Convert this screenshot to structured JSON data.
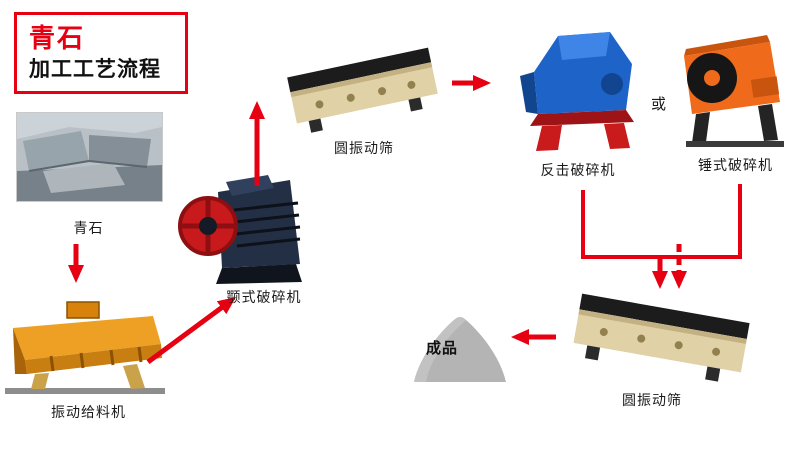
{
  "title": {
    "line1": "青石",
    "line2": "加工工艺流程"
  },
  "nodes": {
    "stone": {
      "label": "青石"
    },
    "feeder": {
      "label": "振动给料机"
    },
    "jaw_crusher": {
      "label": "颚式破碎机"
    },
    "screen_top": {
      "label": "圆振动筛"
    },
    "impact_crusher": {
      "label": "反击破碎机"
    },
    "or_connector": {
      "label": "或"
    },
    "hammer_crusher": {
      "label": "锤式破碎机"
    },
    "screen_bottom": {
      "label": "圆振动筛"
    },
    "product": {
      "label": "成品"
    }
  },
  "colors": {
    "arrow_red": "#e60012",
    "title_red": "#e60012",
    "jaw_body_navy": "#222f45",
    "flywheel_red": "#c8191c",
    "screen_beige": "#e0d1a6",
    "impact_blue": "#1e63c8",
    "hammer_orange": "#ef6a1a",
    "feeder_orange": "#eda023",
    "product_gray": "#b4b4b4"
  }
}
